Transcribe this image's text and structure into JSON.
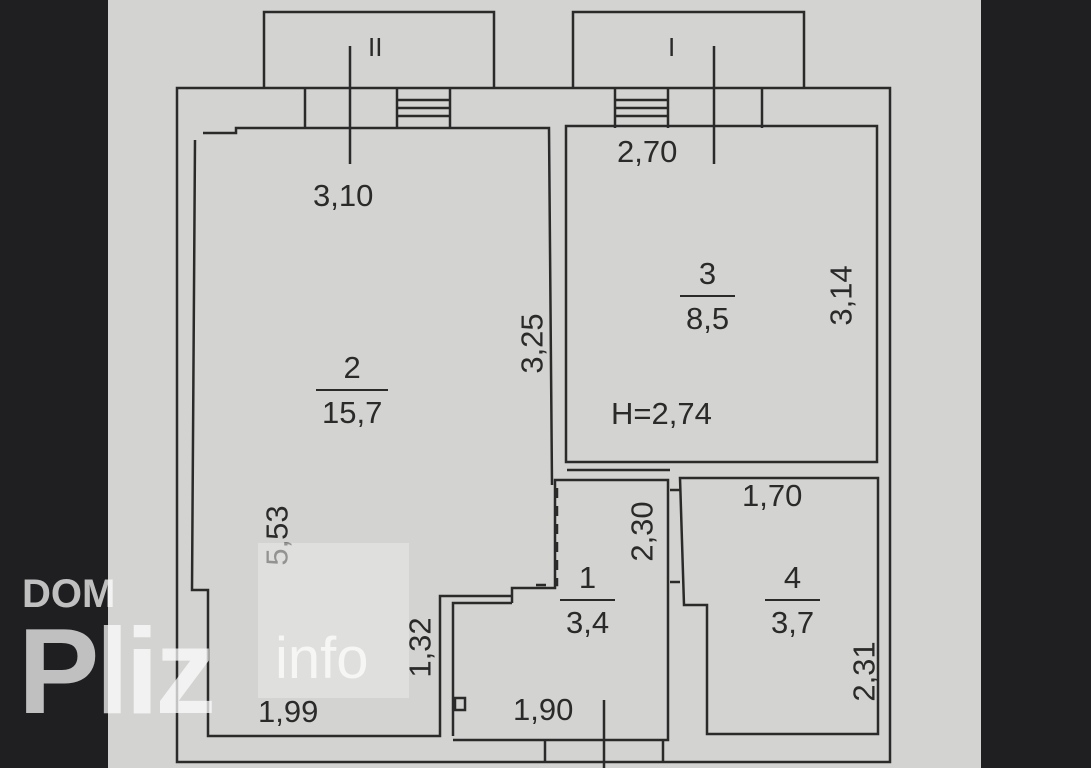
{
  "balconies": [
    {
      "id": "balcony-ii",
      "label": "II"
    },
    {
      "id": "balcony-i",
      "label": "I"
    }
  ],
  "rooms": [
    {
      "id": "room-2",
      "number": "2",
      "area": "15,7"
    },
    {
      "id": "room-3",
      "number": "3",
      "area": "8,5"
    },
    {
      "id": "room-1",
      "number": "1",
      "area": "3,4"
    },
    {
      "id": "room-4",
      "number": "4",
      "area": "3,7"
    }
  ],
  "dimensions": {
    "room2_width": "3,10",
    "room2_depth_right": "3,25",
    "room2_length_left": "5,53",
    "room2_niche_height": "1,32",
    "room2_niche_width": "1,99",
    "room3_width": "2,70",
    "room3_depth": "3,14",
    "ceiling_height": "H=2,74",
    "room1_depth": "2,30",
    "room1_width": "1,90",
    "room4_width": "1,70",
    "room4_depth": "2,31"
  },
  "watermark": {
    "top": "DOM",
    "brand": "Pliz",
    "suffix": "info",
    "color": "#ffffff"
  },
  "colors": {
    "background": "#1f1f22",
    "paper": "#d3d3d1",
    "lines": "#2a2a2a"
  }
}
